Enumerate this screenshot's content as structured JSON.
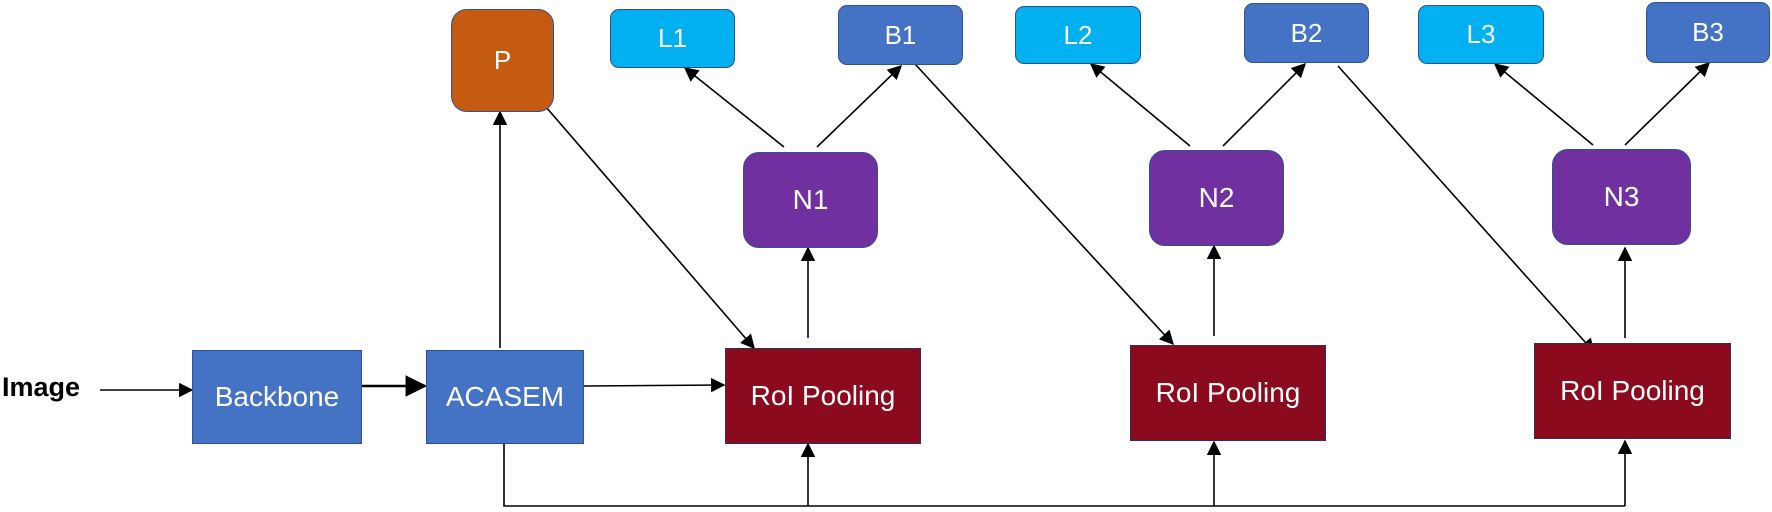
{
  "input_label": "Image",
  "nodes": {
    "backbone": "Backbone",
    "acasem": "ACASEM",
    "p": "P",
    "roi_1": "RoI Pooling",
    "roi_2": "RoI Pooling",
    "roi_3": "RoI Pooling",
    "n1": "N1",
    "n2": "N2",
    "n3": "N3",
    "l1": "L1",
    "l2": "L2",
    "l3": "L3",
    "b1": "B1",
    "b2": "B2",
    "b3": "B3"
  },
  "colors": {
    "backbone_fill": "#4472c4",
    "roi_fill": "#8b0a1e",
    "n_fill": "#7030a0",
    "l_fill": "#00b0f0",
    "b_fill": "#4472c4",
    "p_fill": "#c55a11",
    "arrow": "#000000"
  }
}
